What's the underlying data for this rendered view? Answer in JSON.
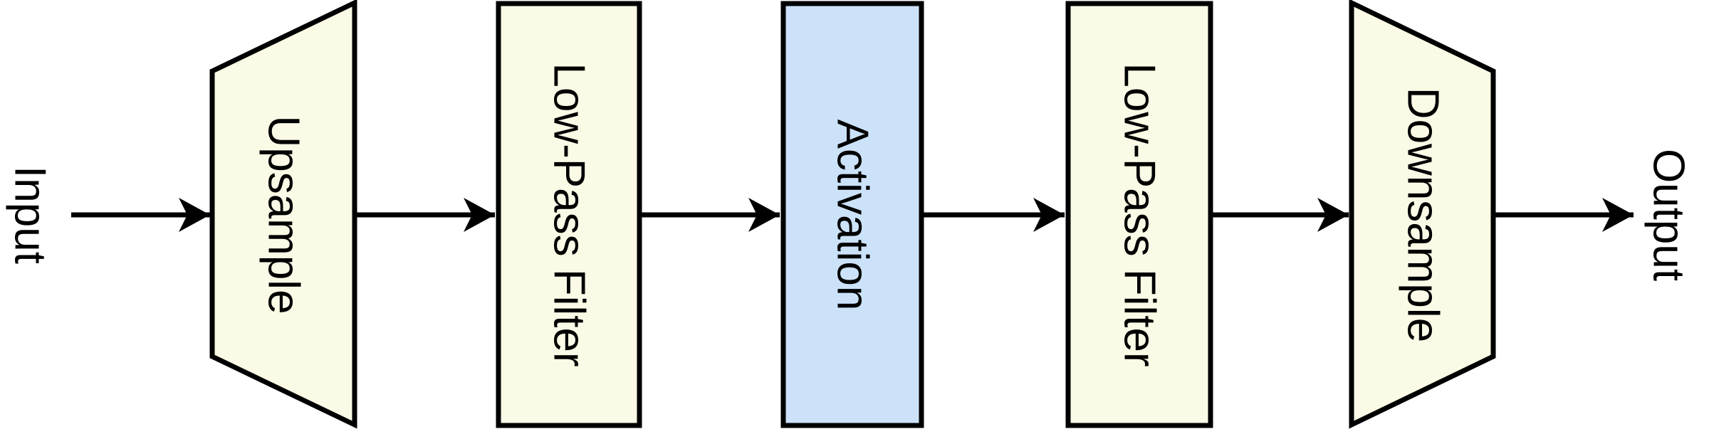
{
  "diagram": {
    "description": "Signal processing pipeline block diagram with rotated vertical labels",
    "nodes": {
      "input": {
        "label": "Input"
      },
      "upsample": {
        "label": "Upsample"
      },
      "lpf1": {
        "label": "Low-Pass Filter"
      },
      "activation": {
        "label": "Activation"
      },
      "lpf2": {
        "label": "Low-Pass Filter"
      },
      "downsample": {
        "label": "Downsample"
      },
      "output": {
        "label": "Output"
      }
    },
    "flow": [
      "Input",
      "Upsample",
      "Low-Pass Filter",
      "Activation",
      "Low-Pass Filter",
      "Downsample",
      "Output"
    ],
    "colors": {
      "module_fill": "#FAFAE6",
      "activation_fill": "#CBE2F9",
      "stroke": "#000000",
      "background": "#FFFFFF"
    }
  }
}
